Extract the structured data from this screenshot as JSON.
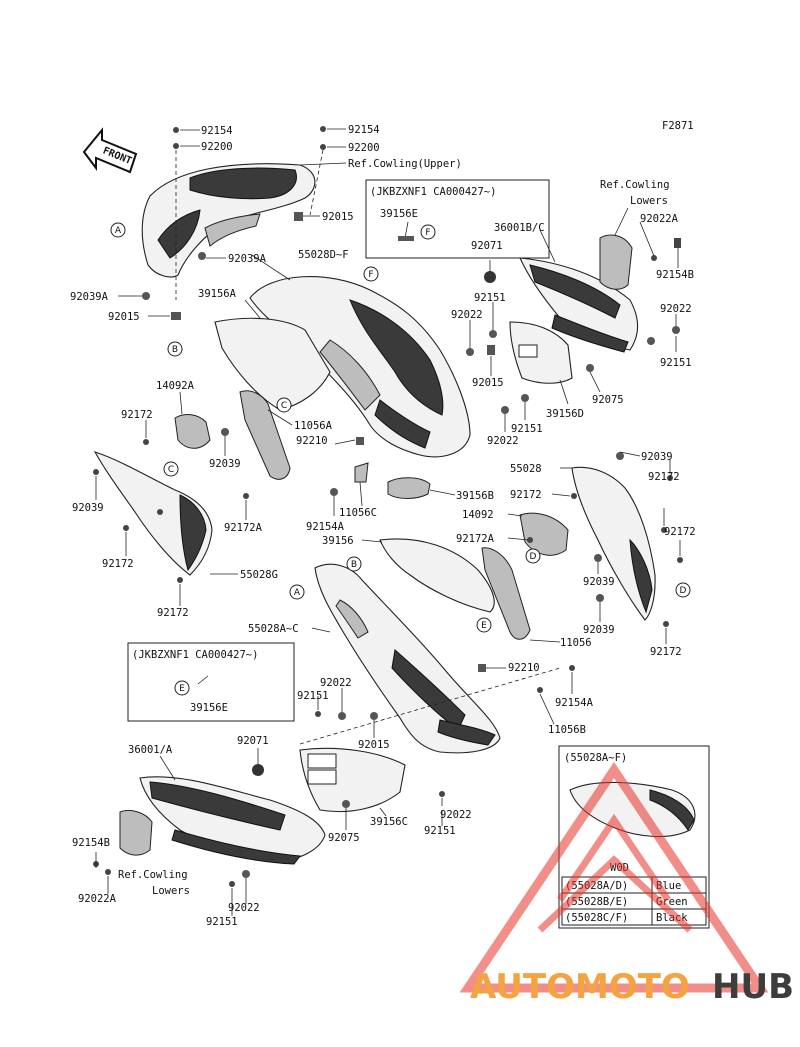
{
  "figure_code": "F2871",
  "front_arrow": "FRONT",
  "labels": {
    "l92154_a": "92154",
    "l92200_a": "92200",
    "l92154_b": "92154",
    "l92200_b": "92200",
    "ref_upper": "Ref.Cowling(Upper)",
    "l92015_a": "92015",
    "l92039A_a": "92039A",
    "l92039A_b": "92039A",
    "l92015_b": "92015",
    "l55028DF": "55028D~F",
    "l39156A": "39156A",
    "ref_lowers_1a": "Ref.Cowling",
    "ref_lowers_1b": "Lowers",
    "l36001BC": "36001B/C",
    "l92022A_a": "92022A",
    "l92154B_a": "92154B",
    "l92071_a": "92071",
    "l92151_a": "92151",
    "l92022_a": "92022",
    "l92022_b": "92022",
    "l92151_b": "92151",
    "l92015_c": "92015",
    "l92075_a": "92075",
    "l39156D": "39156D",
    "l92151_c": "92151",
    "l92022_c": "92022",
    "l14092A": "14092A",
    "l92172_a": "92172",
    "l11056A": "11056A",
    "l92210_a": "92210",
    "l92039_a": "92039",
    "l92039_b": "92039",
    "l92172A_a": "92172A",
    "l92154A_a": "92154A",
    "l11056C": "11056C",
    "l39156B": "39156B",
    "l55028": "55028",
    "l92039_c": "92039",
    "l92172_b": "92172",
    "l92172_c": "92172",
    "l14092": "14092",
    "l92172A_b": "92172A",
    "l92172_d": "92172",
    "l39156": "39156",
    "l92172_e": "92172",
    "l55028G": "55028G",
    "l92172_f": "92172",
    "l92039_d": "92039",
    "l92039_e": "92039",
    "l55028AC": "55028A~C",
    "l11056": "11056",
    "l92172_g": "92172",
    "l92210_b": "92210",
    "l92022_d": "92022",
    "l92151_d": "92151",
    "l92154A_b": "92154A",
    "l11056B": "11056B",
    "l92071_b": "92071",
    "l92015_d": "92015",
    "l36001A": "36001/A",
    "l92022_e": "92022",
    "l39156C": "39156C",
    "l92151_e": "92151",
    "l92075_b": "92075",
    "l92154B_b": "92154B",
    "ref_lowers_2a": "Ref.Cowling",
    "ref_lowers_2b": "Lowers",
    "l92022A_b": "92022A",
    "l92022_f": "92022",
    "l92151_f": "92151"
  },
  "box_top": {
    "title": "(JKBZXNF1 CA000427~)",
    "part": "39156E",
    "callout": "F"
  },
  "box_bottom": {
    "title": "(JKBZXNF1 CA000427~)",
    "part": "39156E",
    "callout": "E"
  },
  "callouts": {
    "A1": "A",
    "B1": "B",
    "C1": "C",
    "C2": "C",
    "F1": "F",
    "B2": "B",
    "A2": "A",
    "D1": "D",
    "D2": "D",
    "E1": "E"
  },
  "inset": {
    "title": "(55028A~F)",
    "code": "W0D",
    "rows": [
      {
        "part": "(55028A/D)",
        "color": "Blue"
      },
      {
        "part": "(55028B/E)",
        "color": "Green"
      },
      {
        "part": "(55028C/F)",
        "color": "Black"
      }
    ]
  },
  "watermark": {
    "part1": "AUTOMOTO",
    "part2": "HUB",
    "color1": "#f4a340",
    "color2": "#3d3d3d",
    "logo_color": "#e8332a"
  }
}
